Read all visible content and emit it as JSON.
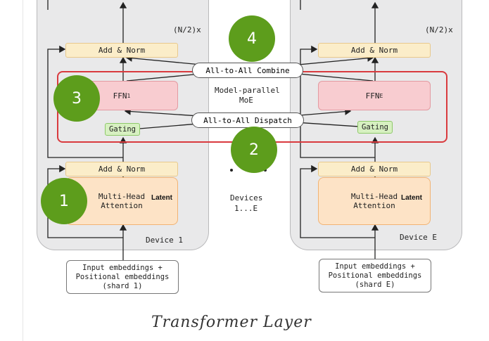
{
  "caption": "Transformer Layer",
  "repeat_label": "(N/2)x",
  "add_norm": "Add & Norm",
  "attention": [
    "Multi-Head",
    "Attention"
  ],
  "latent": "Latent",
  "gating": "Gating",
  "ffn_1": {
    "base": "FFN",
    "sub": "1"
  },
  "ffn_e": {
    "base": "FFN",
    "sub": "E"
  },
  "moe": [
    "Model-parallel",
    "MoE"
  ],
  "all_to_all_combine": "All-to-All Combine",
  "all_to_all_dispatch": "All-to-All Dispatch",
  "devices_center": [
    "Devices",
    "1...E"
  ],
  "device_1": "Device 1",
  "device_e": "Device E",
  "input_1": [
    "Input embeddings +",
    "Positional embeddings",
    "(shard 1)"
  ],
  "input_e": [
    "Input embeddings +",
    "Positional embeddings",
    "(shard E)"
  ],
  "markers": [
    "1",
    "2",
    "3",
    "4"
  ],
  "colors": {
    "marker": "#5d9d1c",
    "moe_border": "#d93a3e",
    "ffn": "#f8ccd0",
    "gating": "#d7f0c1",
    "add_norm": "#fbedc9",
    "attention": "#fde3c6"
  }
}
